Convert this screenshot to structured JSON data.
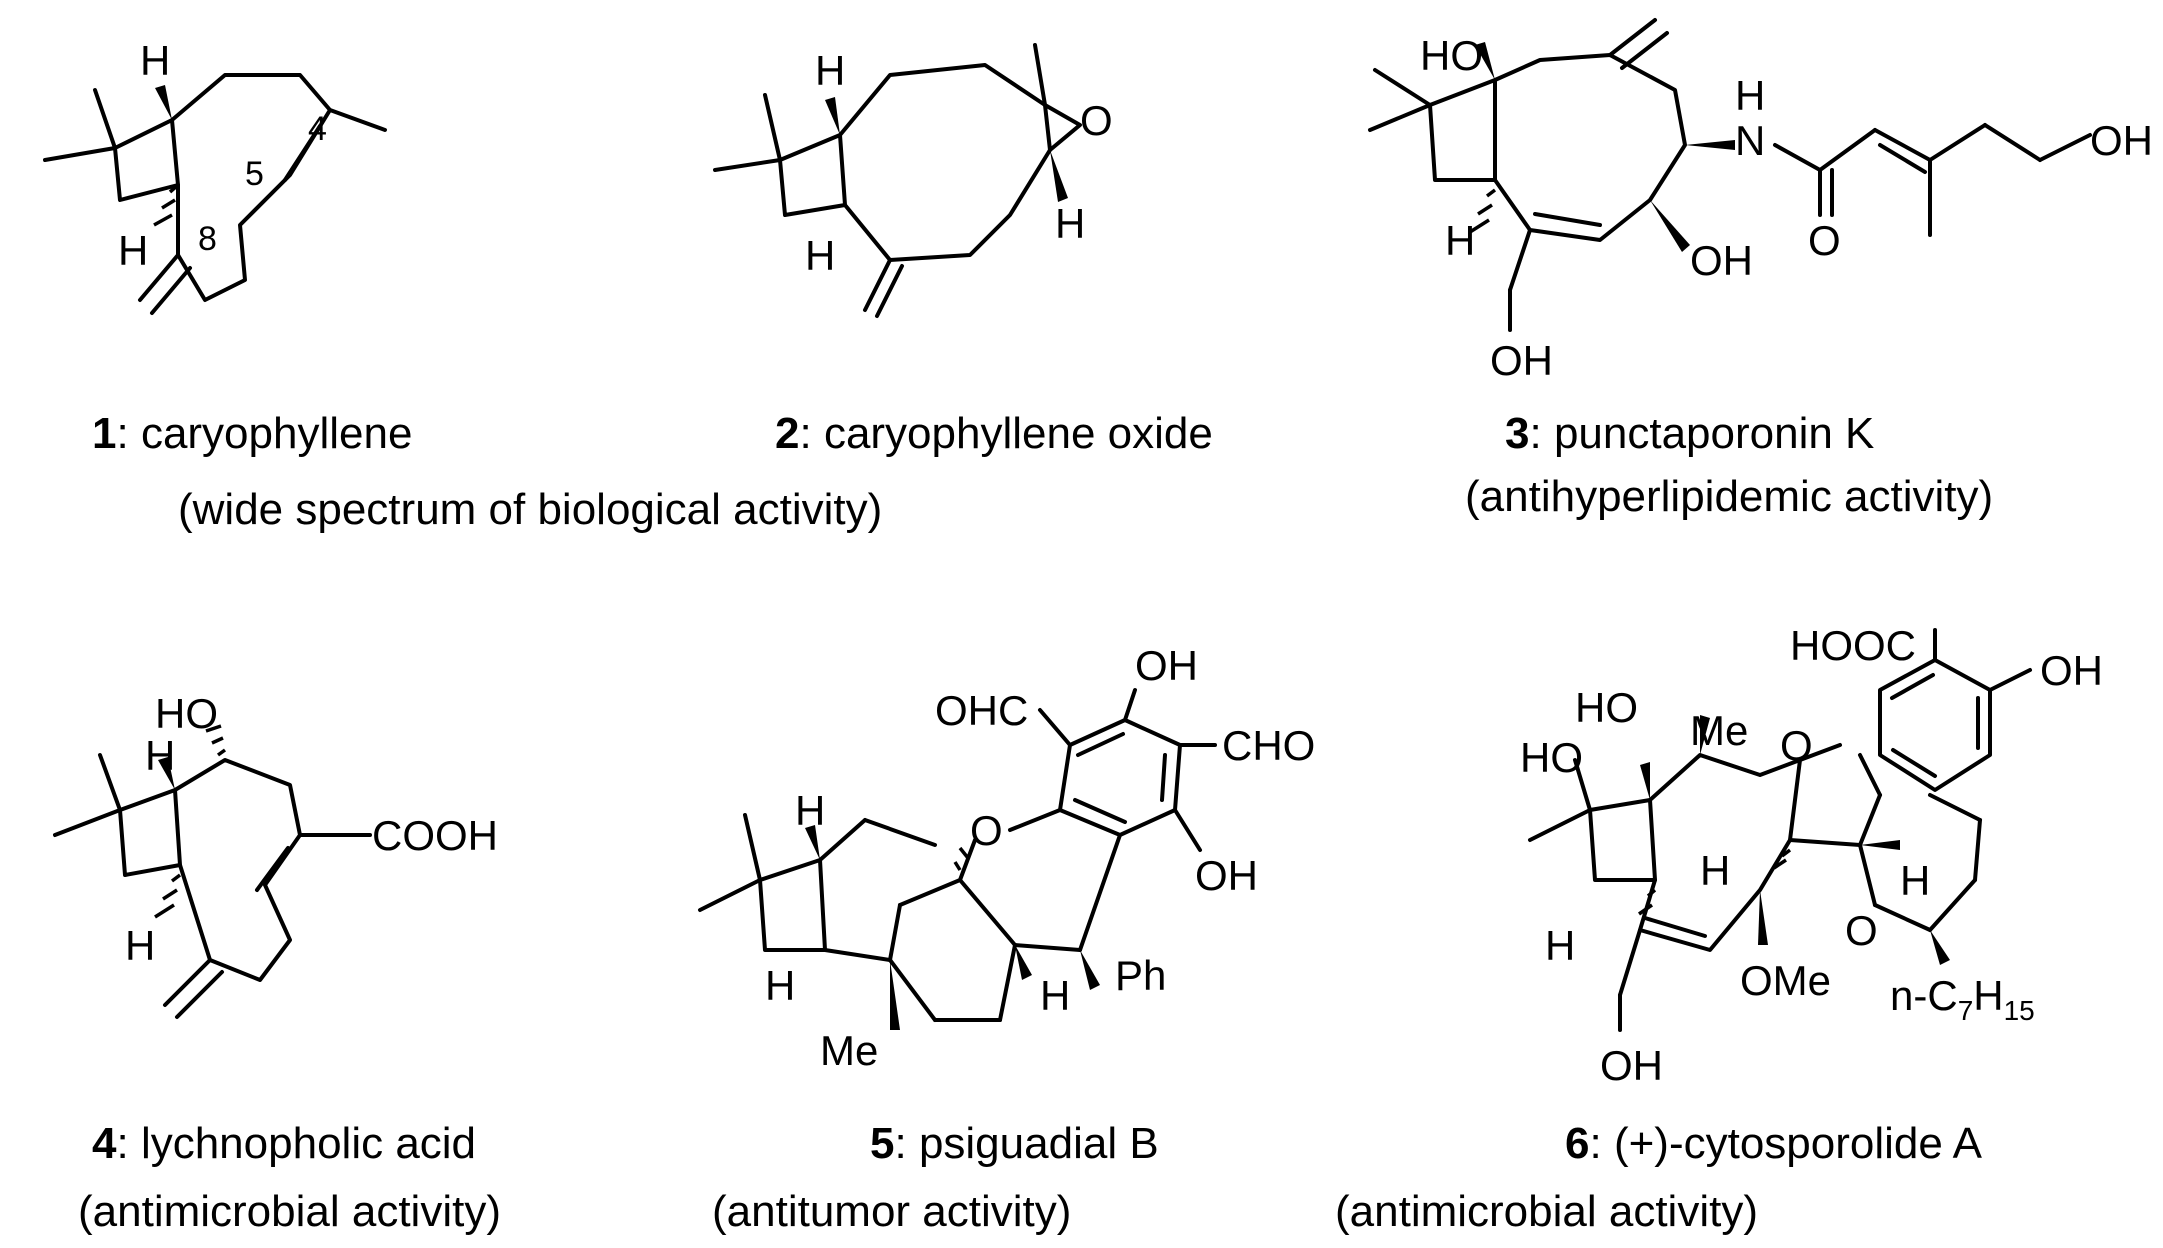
{
  "compounds": [
    {
      "num": "1",
      "name": "caryophyllene",
      "activity": "(wide spectrum of biological activity)"
    },
    {
      "num": "2",
      "name": "caryophyllene oxide",
      "activity": ""
    },
    {
      "num": "3",
      "name": "punctaporonin K",
      "activity": "(antihyperlipidemic activity)"
    },
    {
      "num": "4",
      "name": "lychnopholic acid",
      "activity": "(antimicrobial activity)"
    },
    {
      "num": "5",
      "name": "psiguadial B",
      "activity": "(antitumor activity)"
    },
    {
      "num": "6",
      "name": "(+)-cytosporolide A",
      "activity": "(antimicrobial activity)"
    }
  ],
  "labels": {
    "H": "H",
    "O": "O",
    "OH": "OH",
    "HO": "HO",
    "N": "N",
    "Me": "Me",
    "OMe": "OMe",
    "COOH": "COOH",
    "HOOC": "HOOC",
    "OHC": "OHC",
    "CHO": "CHO",
    "Ph": "Ph",
    "n_c": "n-C",
    "sub7": "7",
    "H2": "H",
    "sub15": "15",
    "atom4": "4",
    "atom5": "5",
    "atom8": "8"
  }
}
